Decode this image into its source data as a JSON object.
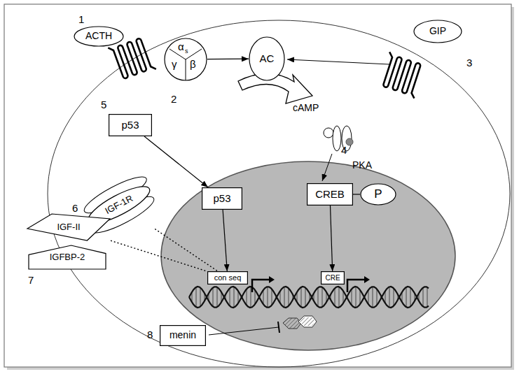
{
  "diagram": {
    "nodes": [
      {
        "text": [
          "ACTH"
        ]
      },
      {
        "text": [
          "α",
          "s",
          "γ",
          "β"
        ]
      },
      {
        "text": [
          "AC"
        ]
      },
      {
        "text": [
          "GIP"
        ]
      },
      {
        "text": [
          "p53"
        ]
      },
      {
        "text": [
          "IGF-1R"
        ]
      },
      {
        "text": [
          "IGF-II"
        ]
      },
      {
        "text": [
          "IGFBP-2"
        ]
      },
      {
        "text": [
          "p53"
        ]
      },
      {
        "text": [
          "CREB"
        ]
      },
      {
        "text": [
          "P"
        ]
      },
      {
        "text": [
          "con seq"
        ]
      },
      {
        "text": [
          "CRE"
        ]
      },
      {
        "text": [
          "menin"
        ]
      }
    ],
    "edges": [
      {
        "from": 1,
        "to": 2,
        "arrow": "to"
      },
      {
        "from": 4,
        "to": 8,
        "arrow": "to"
      },
      {
        "from": 8,
        "to": 11,
        "arrow": "to"
      },
      {
        "from": 9,
        "to": 10,
        "arrow": "none"
      },
      {
        "from": 9,
        "to": 12,
        "arrow": "to"
      },
      {
        "from": 5,
        "to": 11,
        "arrow": "none"
      },
      {
        "from": 6,
        "to": 11,
        "arrow": "none"
      }
    ],
    "labels": [
      "1",
      "2",
      "cAMP",
      "3",
      "4",
      "PKA",
      "5",
      "6",
      "7",
      "8"
    ]
  }
}
